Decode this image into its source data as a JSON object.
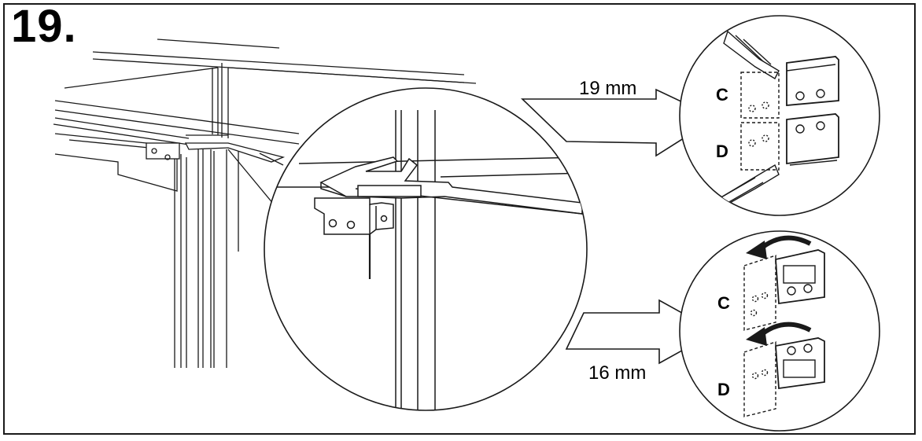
{
  "step": {
    "number": "19."
  },
  "measurements": {
    "upper": "19 mm",
    "lower": "16 mm"
  },
  "detail_labels": {
    "upper_c": "C",
    "upper_d": "D",
    "lower_c": "C",
    "lower_d": "D"
  },
  "colors": {
    "line": "#1a1a1a",
    "background": "#ffffff"
  }
}
